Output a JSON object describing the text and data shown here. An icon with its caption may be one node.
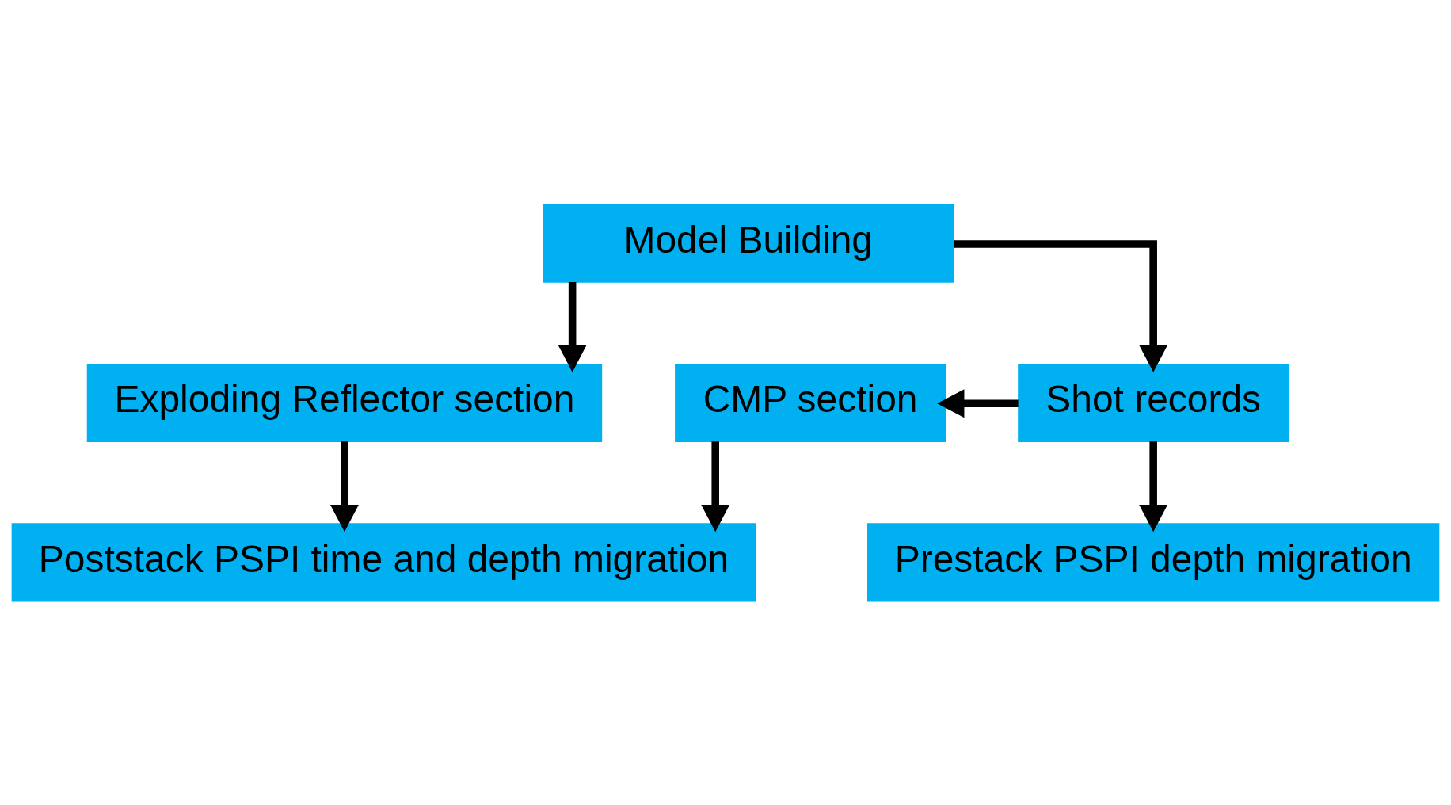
{
  "diagram": {
    "nodes": [
      {
        "text": [
          "Model Building"
        ]
      },
      {
        "text": [
          "Exploding Reflector section"
        ]
      },
      {
        "text": [
          "CMP section"
        ]
      },
      {
        "text": [
          "Shot records"
        ]
      },
      {
        "text": [
          "Poststack PSPI time and depth migration"
        ]
      },
      {
        "text": [
          "Prestack PSPI depth migration"
        ]
      }
    ],
    "edges": [
      {
        "from": 0,
        "to": 1,
        "arrow": "to"
      },
      {
        "from": 0,
        "to": 3,
        "arrow": "to"
      },
      {
        "from": 3,
        "to": 2,
        "arrow": "to"
      },
      {
        "from": 1,
        "to": 4,
        "arrow": "to"
      },
      {
        "from": 2,
        "to": 4,
        "arrow": "to"
      },
      {
        "from": 3,
        "to": 5,
        "arrow": "to"
      }
    ]
  }
}
